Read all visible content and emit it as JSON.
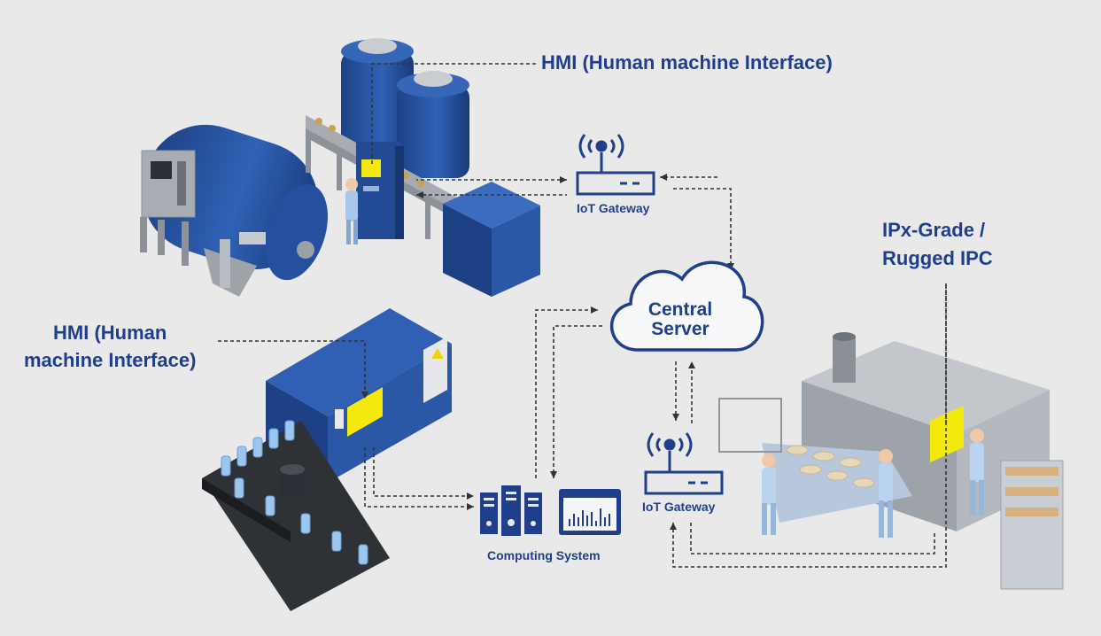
{
  "labels": {
    "hmi_top": "HMI (Human machine Interface)",
    "hmi_left_line1": "HMI (Human",
    "hmi_left_line2": "machine Interface)",
    "iot_gateway_top": "IoT Gateway",
    "iot_gateway_bottom": "IoT Gateway",
    "central_server_line1": "Central",
    "central_server_line2": "Server",
    "computing_system": "Computing System",
    "ipc_line1": "IPx-Grade /",
    "ipc_line2": "Rugged IPC"
  },
  "icons": {
    "gateway": "router-icon",
    "cloud": "cloud-icon",
    "servers": "server-rack-icon",
    "monitor": "chart-monitor-icon"
  },
  "colors": {
    "background": "#e9e9ea",
    "brand_blue": "#1f3f8c",
    "machine_blue": "#2d5bab",
    "machine_dark": "#1e4185",
    "hmi_yellow": "#f3ea0b",
    "metal_grey": "#b9bec4",
    "connector": "#333333"
  }
}
